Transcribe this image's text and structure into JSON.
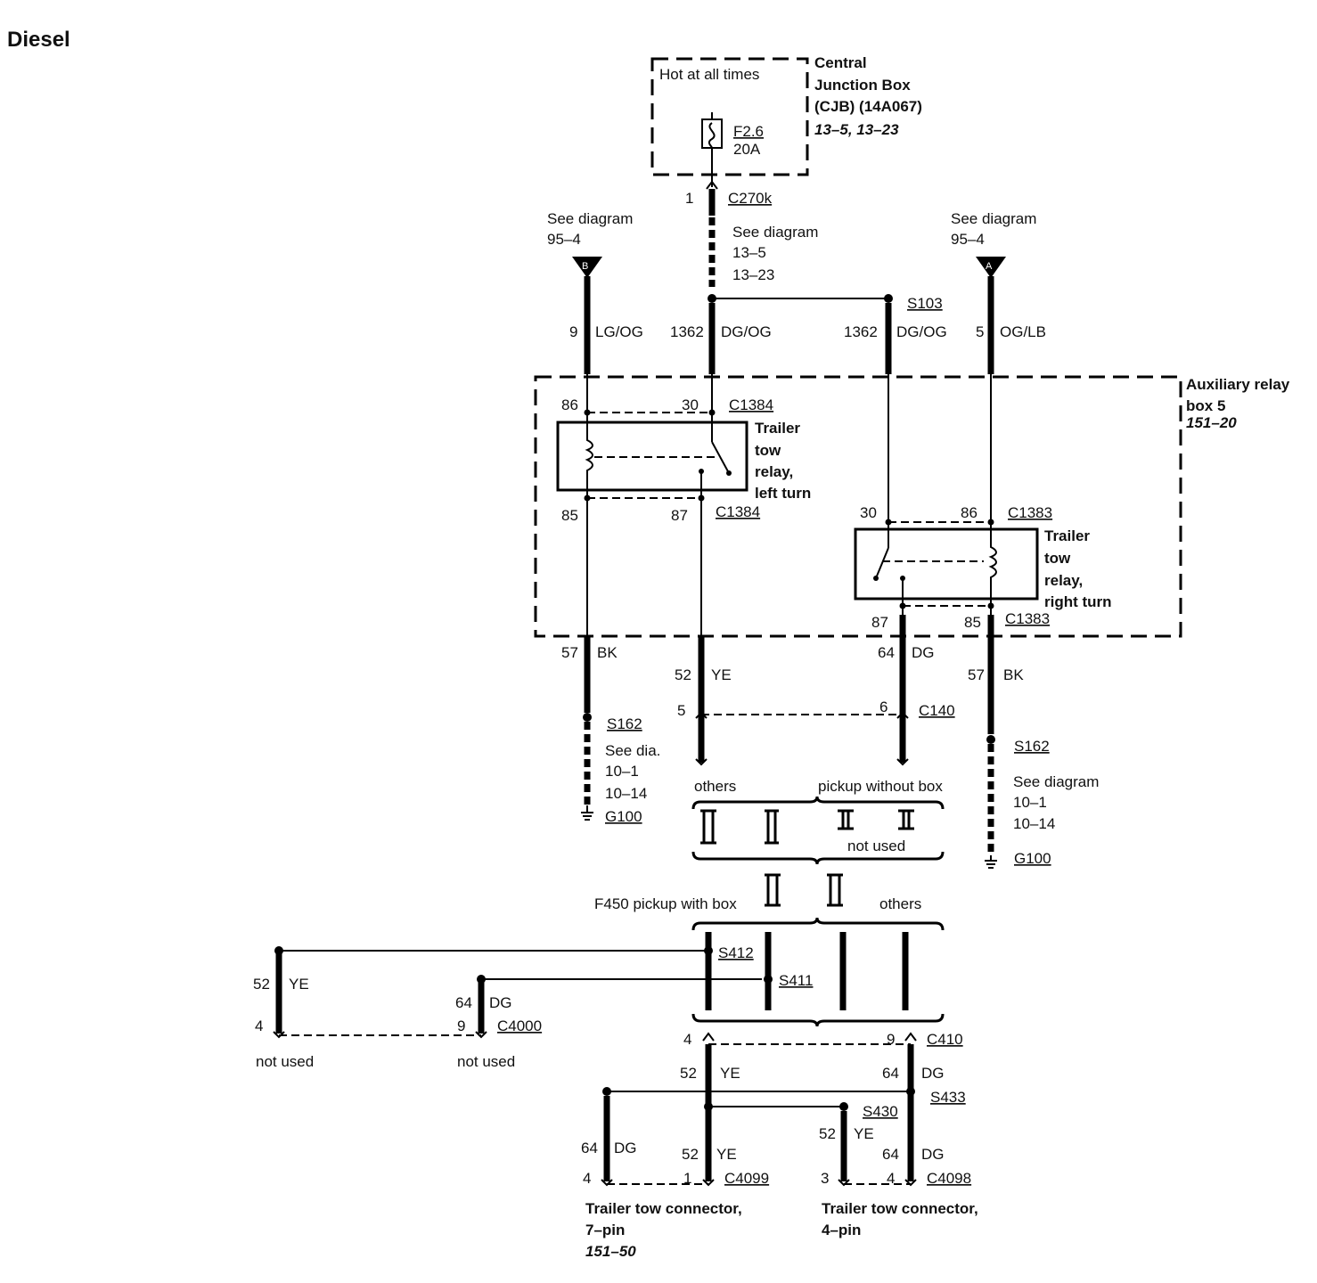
{
  "title": "Diesel",
  "cjb": {
    "hot": "Hot at all times",
    "name1": "Central",
    "name2": "Junction Box",
    "name3": "(CJB) (14A067)",
    "ref": "13–5, 13–23",
    "fuse": "F2.6",
    "amps": "20A"
  },
  "conn_c270k": {
    "pin": "1",
    "name": "C270k"
  },
  "see_13": {
    "l1": "See diagram",
    "l2": "13–5",
    "l3": "13–23"
  },
  "see_b": {
    "l1": "See diagram",
    "l2": "95–4",
    "letter": "B"
  },
  "see_a": {
    "l1": "See diagram",
    "l2": "95–4",
    "letter": "A"
  },
  "s103": "S103",
  "wires_top": {
    "w1": {
      "num": "9",
      "color": "LG/OG"
    },
    "w2": {
      "num": "1362",
      "color": "DG/OG"
    },
    "w3": {
      "num": "1362",
      "color": "DG/OG"
    },
    "w4": {
      "num": "5",
      "color": "OG/LB"
    }
  },
  "aux": {
    "l1": "Auxiliary relay",
    "l2": "box 5",
    "ref": "151–20"
  },
  "relay_left": {
    "l1": "Trailer",
    "l2": "tow",
    "l3": "relay,",
    "l4": "left turn",
    "p86": "86",
    "p30": "30",
    "p85": "85",
    "p87": "87",
    "conn_top": "C1384",
    "conn_bot": "C1384"
  },
  "relay_right": {
    "l1": "Trailer",
    "l2": "tow",
    "l3": "relay,",
    "l4": "right turn",
    "p30": "30",
    "p86": "86",
    "p87": "87",
    "p85": "85",
    "conn_top": "C1383",
    "conn_bot": "C1383"
  },
  "wires_mid": {
    "bk1": {
      "num": "57",
      "color": "BK"
    },
    "ye": {
      "num": "52",
      "color": "YE"
    },
    "dg": {
      "num": "64",
      "color": "DG"
    },
    "bk2": {
      "num": "57",
      "color": "BK"
    }
  },
  "c140": {
    "pin_l": "5",
    "pin_r": "6",
    "name": "C140"
  },
  "s162_left": {
    "splice": "S162",
    "l1": "See dia.",
    "l2": "10–1",
    "l3": "10–14",
    "ground": "G100"
  },
  "s162_right": {
    "splice": "S162",
    "l1": "See diagram",
    "l2": "10–1",
    "l3": "10–14",
    "ground": "G100"
  },
  "variants1": {
    "others": "others",
    "pickup": "pickup without box",
    "not_used": "not used"
  },
  "variants2": {
    "f450": "F450 pickup with box",
    "others": "others"
  },
  "s412": "S412",
  "s411": "S411",
  "left_ye": {
    "num": "52",
    "color": "YE",
    "pin": "4",
    "note": "not used"
  },
  "left_dg": {
    "num": "64",
    "color": "DG",
    "pin": "9",
    "conn": "C4000",
    "note": "not used"
  },
  "c410": {
    "pin_l": "4",
    "pin_r": "9",
    "name": "C410"
  },
  "low": {
    "ye": {
      "num": "52",
      "color": "YE"
    },
    "dg": {
      "num": "64",
      "color": "DG"
    },
    "s433": "S433",
    "s430": "S430"
  },
  "c4099": {
    "dg_num": "64",
    "dg_color": "DG",
    "ye_num": "52",
    "ye_color": "YE",
    "pin_dg": "4",
    "pin_ye": "1",
    "name": "C4099"
  },
  "c4098": {
    "ye_num": "52",
    "ye_color": "YE",
    "dg_num": "64",
    "dg_color": "DG",
    "pin_ye": "3",
    "pin_dg": "4",
    "name": "C4098"
  },
  "tt7": {
    "l1": "Trailer tow connector,",
    "l2": "7–pin",
    "ref": "151–50"
  },
  "tt4": {
    "l1": "Trailer tow connector,",
    "l2": "4–pin"
  }
}
